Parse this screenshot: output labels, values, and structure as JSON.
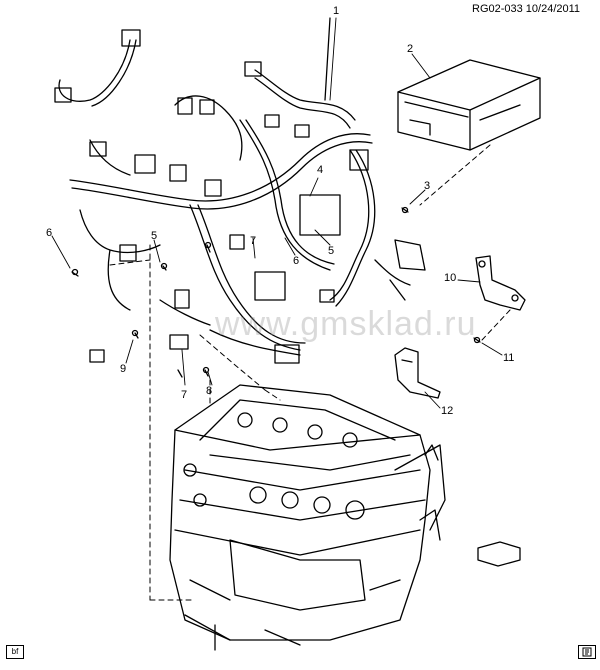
{
  "header": {
    "reference": "RG02-033 10/24/2011"
  },
  "watermark": "www.gmsklad.ru",
  "callouts": {
    "c1": "1",
    "c2": "2",
    "c3": "3",
    "c4": "4",
    "c5a": "5",
    "c5b": "5",
    "c6": "6",
    "c6b": "6",
    "c7a": "7",
    "c7b": "7",
    "c8": "8",
    "c9": "9",
    "c10": "10",
    "c11": "11",
    "c12": "12"
  },
  "corner_left": "bf"
}
